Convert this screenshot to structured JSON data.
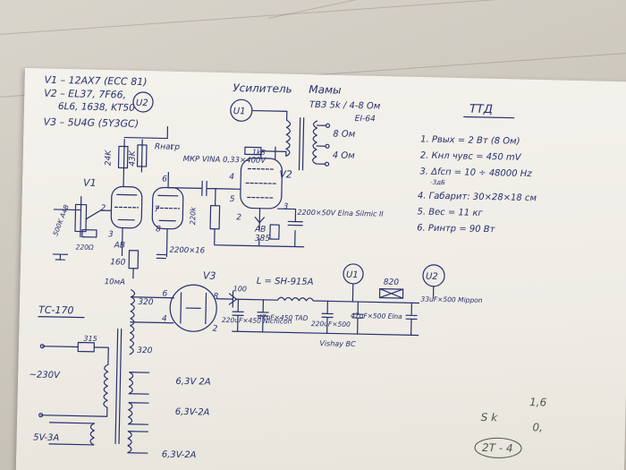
{
  "tubes": {
    "v1": "V1 – 12AX7 (ECC 81)",
    "v2_line1": "V2 – EL37, 7F66,",
    "v2_line2": "6L6, 1638, KT50",
    "v3": "V3 – 5U4G (5Y3GC)"
  },
  "title": {
    "line1": "Усилитель",
    "line2": "Мамы",
    "transformer": "ТВЗ 5k / 4-8 Ом",
    "core": "EI-64"
  },
  "output_taps": {
    "tap8": "8 Ом",
    "tap4": "4 Ом"
  },
  "spec": {
    "heading": "ТТД",
    "items": [
      "1. Рвых = 2 Вт (8 Ом)",
      "2. Кнл чувс = 450 mV",
      "3. Δfсп = 10 ÷ 48000 Hz",
      "4. Габарит: 30×28×18 см",
      "5. Вес = 11 кг",
      "6. Ринтр = 90 Вт"
    ],
    "item3_sub": "-3дБ"
  },
  "labels": {
    "node_v1": "V1",
    "node_v2": "V2",
    "node_v3": "V3",
    "u1": "U1",
    "u2": "U2",
    "r_24k": "24K",
    "r_43k": "43K",
    "r_anode": "Rнагр",
    "cap_coupling": "МКР VINA 0,33×400V",
    "r_1k8": "1k8",
    "r_220k": "220k",
    "cap_cathode": "2200×50V Elna Silmic II",
    "label_ab": "AB",
    "label_385": "385",
    "pot_500k": "500K A4B",
    "r_220": "220Ω",
    "label_ab2": "AB",
    "label_160": "160",
    "cap_22200": "2200×16",
    "r_10mA": "10мА",
    "choke": "L = SH-915A",
    "r_100": "100",
    "cap_a": "220uF×450 Nichicon",
    "cap_b": "47uF×450 TAD",
    "cap_c": "220uF×500",
    "cap_d": "47uF×500 Elna",
    "cap_e": "33uF×500 Mippon",
    "vishay": "Vishay BC",
    "r_820": "820",
    "pin2": "2",
    "pin3": "3",
    "pin4": "4",
    "pin5": "5",
    "pin6": "6",
    "pin7": "7",
    "pin8": "8",
    "t_320a": "320",
    "t_320b": "320",
    "t_170": "TC-170",
    "fuse": "315",
    "mains": "~230V",
    "w1": "6,3V 2A",
    "w2": "6,3V-2A",
    "w3": "5V-3A",
    "w4": "6,3V-2A",
    "note1": "1,6",
    "note2": "S k",
    "note3": "0,",
    "note4": "2T - 4"
  }
}
